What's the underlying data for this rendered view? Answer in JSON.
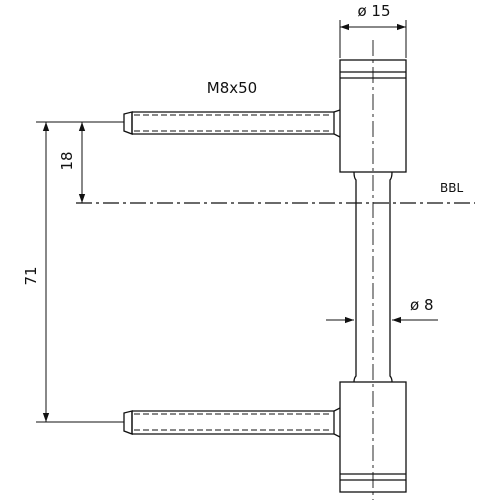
{
  "labels": {
    "top_diameter": "ø 15",
    "thread": "M8x50",
    "offset": "18",
    "reference_line": "BBL",
    "pin_diameter": "ø 8",
    "spacing": "71"
  }
}
